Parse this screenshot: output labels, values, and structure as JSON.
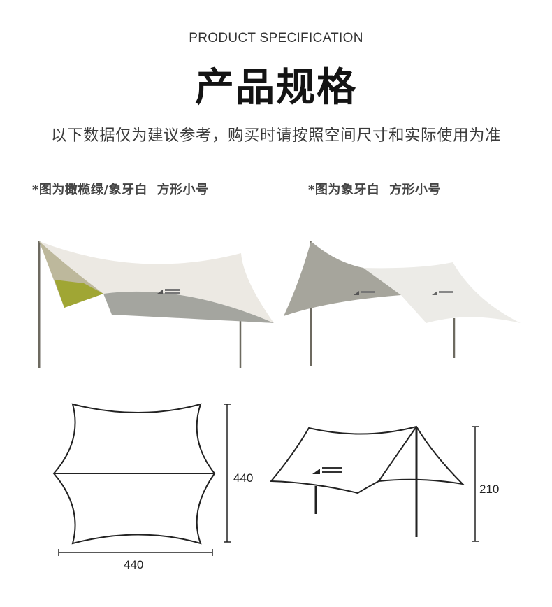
{
  "header": {
    "en_title": "PRODUCT SPECIFICATION",
    "cn_title": "产品规格",
    "subtitle": "以下数据仅为建议参考，购买时请按照空间尺寸和实际使用为准"
  },
  "captions": {
    "left": "*图为橄榄绿/象牙白  方形小号",
    "right": "*图为象牙白  方形小号"
  },
  "colors": {
    "ivory": "#e9e6df",
    "olive": "#bdb89c",
    "olive_inner": "#a0a634",
    "shade_gray": "#a2a39e",
    "right_gray": "#a6a59c",
    "line": "#222222"
  },
  "dimensions": {
    "square_height": "440",
    "square_width": "440",
    "side_height": "210"
  },
  "icons": [
    "mobi-garden-logo"
  ]
}
